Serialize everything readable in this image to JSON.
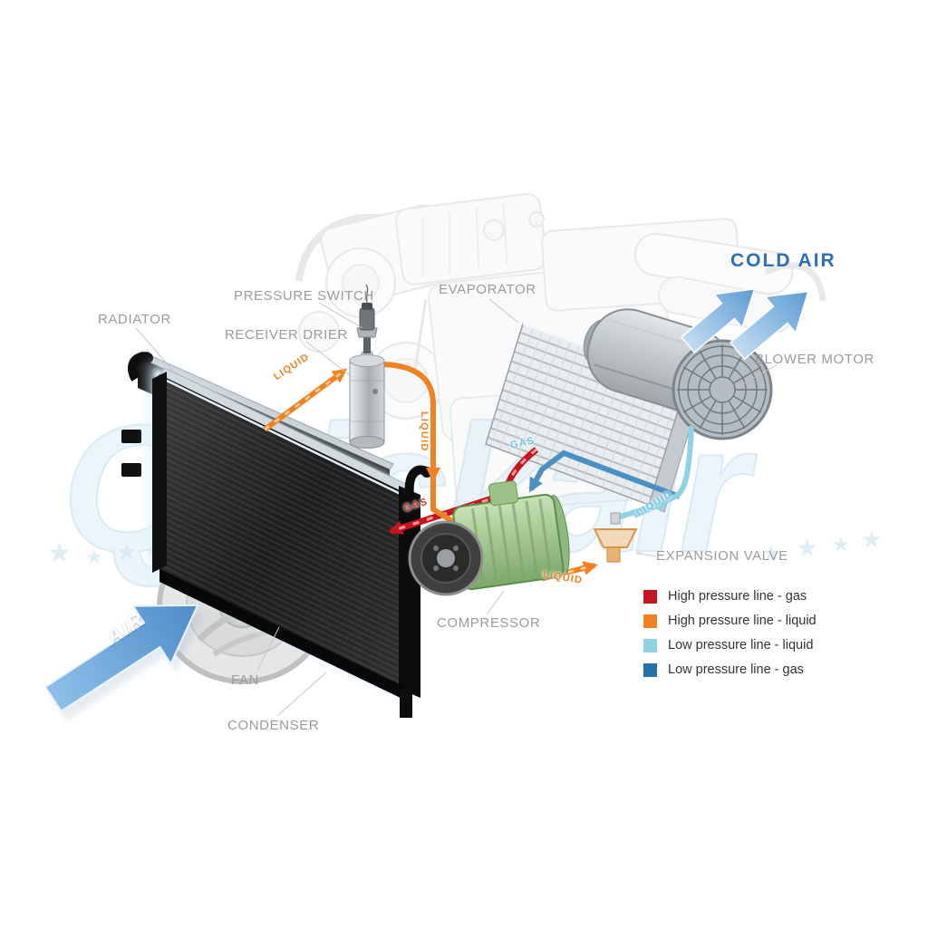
{
  "callouts": {
    "radiator": "RADIATOR",
    "pressure_switch": "PRESSURE SWITCH",
    "receiver_drier": "RECEIVER DRIER",
    "evaporator": "EVAPORATOR",
    "cold_air": "COLD AIR",
    "blower_motor": "BLOWER MOTOR",
    "expansion_valve": "EXPANSION VALVE",
    "compressor": "COMPRESSOR",
    "fan": "FAN",
    "condenser": "CONDENSER",
    "air": "AIR"
  },
  "pipe_labels": {
    "condenser_to_drier": "LIQUID",
    "drier_down": "LIQUID",
    "evaporator_out_gas": "GAS",
    "compressor_to_condenser_gas": "GAS",
    "valve_to_evaporator": "LIQUID",
    "to_expansion_valve": "LIQUID"
  },
  "legend": {
    "items": [
      {
        "label": "High pressure line - gas",
        "color": "#c4161c"
      },
      {
        "label": "High pressure line - liquid",
        "color": "#f08222"
      },
      {
        "label": "Low pressure line - liquid",
        "color": "#8fd2e5"
      },
      {
        "label": "Low pressure line -  gas",
        "color": "#2273a8"
      }
    ]
  },
  "watermark": {
    "text": "Quickair"
  },
  "colors": {
    "high_pressure_gas": "#c4161c",
    "high_pressure_liquid": "#f08222",
    "low_pressure_liquid": "#8fd2e5",
    "low_pressure_gas": "#2273a8",
    "cold_air_text": "#2e6fb6",
    "callout_text": "#9b9b9b",
    "watermark_blue": "#cfe6f2"
  }
}
